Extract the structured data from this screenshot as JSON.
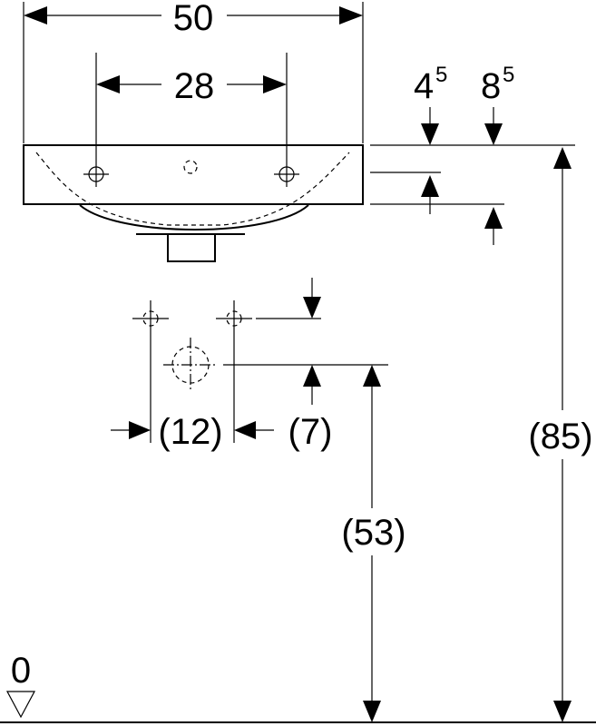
{
  "dimensions": {
    "overall_width": "50",
    "tap_hole_spacing": "28",
    "overflow_depth_main": "4",
    "overflow_depth_sup": "5",
    "rim_offset_main": "8",
    "rim_offset_sup": "5",
    "supply_spacing": "(12)",
    "supply_offset": "(7)",
    "drain_height": "(53)",
    "rim_height": "(85)",
    "floor_level": "0"
  }
}
